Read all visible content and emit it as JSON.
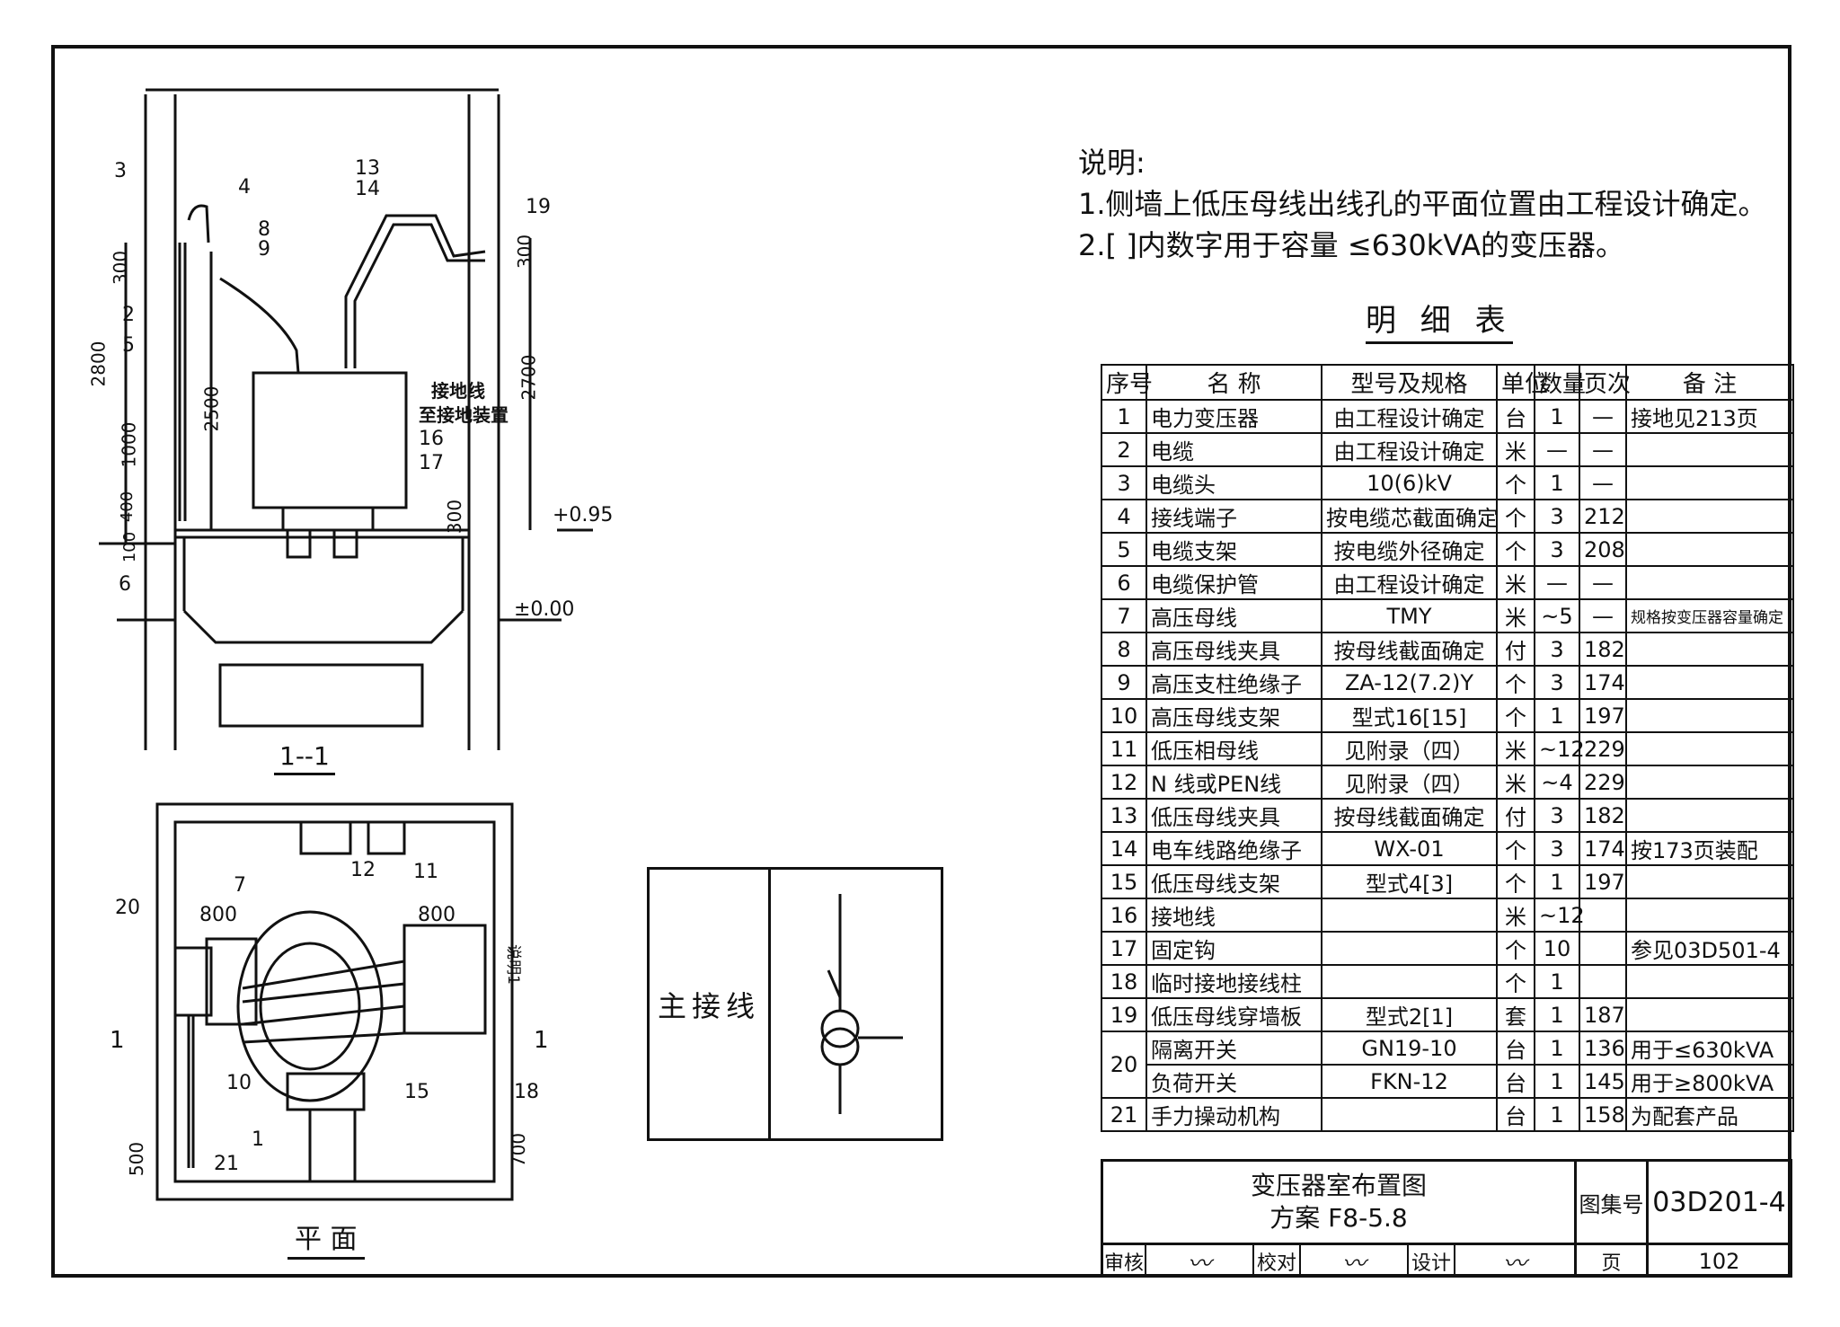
{
  "notes": {
    "heading": "说明:",
    "items": [
      "1.侧墙上低压母线出线孔的平面位置由工程设计确定。",
      "2.[ ]内数字用于容量 ≤630kVA的变压器。"
    ]
  },
  "bom": {
    "title": "明 细 表",
    "headers": [
      "序号",
      "名 称",
      "型号及规格",
      "单位",
      "数量",
      "页次",
      "备 注"
    ],
    "rows": [
      [
        "1",
        "电力变压器",
        "由工程设计确定",
        "台",
        "1",
        "—",
        "接地见213页"
      ],
      [
        "2",
        "电缆",
        "由工程设计确定",
        "米",
        "—",
        "—",
        ""
      ],
      [
        "3",
        "电缆头",
        "10(6)kV",
        "个",
        "1",
        "—",
        ""
      ],
      [
        "4",
        "接线端子",
        "按电缆芯截面确定",
        "个",
        "3",
        "212",
        ""
      ],
      [
        "5",
        "电缆支架",
        "按电缆外径确定",
        "个",
        "3",
        "208",
        ""
      ],
      [
        "6",
        "电缆保护管",
        "由工程设计确定",
        "米",
        "—",
        "—",
        ""
      ],
      [
        "7",
        "高压母线",
        "TMY",
        "米",
        "~5",
        "—",
        "规格按变压器容量确定"
      ],
      [
        "8",
        "高压母线夹具",
        "按母线截面确定",
        "付",
        "3",
        "182",
        ""
      ],
      [
        "9",
        "高压支柱绝缘子",
        "ZA-12(7.2)Y",
        "个",
        "3",
        "174",
        ""
      ],
      [
        "10",
        "高压母线支架",
        "型式16[15]",
        "个",
        "1",
        "197",
        ""
      ],
      [
        "11",
        "低压相母线",
        "见附录（四）",
        "米",
        "~12",
        "229",
        ""
      ],
      [
        "12",
        "N 线或PEN线",
        "见附录（四）",
        "米",
        "~4",
        "229",
        ""
      ],
      [
        "13",
        "低压母线夹具",
        "按母线截面确定",
        "付",
        "3",
        "182",
        ""
      ],
      [
        "14",
        "电车线路绝缘子",
        "WX-01",
        "个",
        "3",
        "174",
        "按173页装配"
      ],
      [
        "15",
        "低压母线支架",
        "型式4[3]",
        "个",
        "1",
        "197",
        ""
      ],
      [
        "16",
        "接地线",
        "",
        "米",
        "~12",
        "",
        ""
      ],
      [
        "17",
        "固定钩",
        "",
        "个",
        "10",
        "",
        "参见03D501-4"
      ],
      [
        "18",
        "临时接地接线柱",
        "",
        "个",
        "1",
        "",
        ""
      ],
      [
        "19",
        "低压母线穿墙板",
        "型式2[1]",
        "套",
        "1",
        "187",
        ""
      ]
    ],
    "row20": {
      "num": "20",
      "a": [
        "隔离开关",
        "GN19-10",
        "台",
        "1",
        "136",
        "用于≤630kVA"
      ],
      "b": [
        "负荷开关",
        "FKN-12",
        "台",
        "1",
        "145",
        "用于≥800kVA"
      ]
    },
    "row21": [
      "21",
      "手力操动机构",
      "",
      "台",
      "1",
      "158",
      "为配套产品"
    ]
  },
  "title_block": {
    "title_line1": "变压器室布置图",
    "title_line2": "方案 F8-5.8",
    "atlas_label": "图集号",
    "atlas_no": "03D201-4",
    "review_label": "审核",
    "check_label": "校对",
    "design_label": "设计",
    "page_label": "页",
    "page_no": "102"
  },
  "main_wiring": {
    "label": "主接线"
  },
  "section": {
    "label": "1--1",
    "dims": [
      "2800",
      "300",
      "2500",
      "1000",
      "400",
      "100",
      "2700",
      "300",
      "300"
    ],
    "levels": [
      "+0.95",
      "±0.00"
    ],
    "ground_note_1": "接地线",
    "ground_note_2": "至接地装置",
    "callouts": [
      "3",
      "4",
      "8",
      "9",
      "2",
      "5",
      "6",
      "13",
      "14",
      "19",
      "16",
      "17"
    ]
  },
  "plan": {
    "label": "平 面",
    "dims": [
      "800",
      "800",
      "500",
      "700"
    ],
    "side_note": "说明1",
    "section_mark": "1",
    "callouts": [
      "7",
      "12",
      "11",
      "20",
      "10",
      "15",
      "18",
      "1",
      "21"
    ]
  }
}
